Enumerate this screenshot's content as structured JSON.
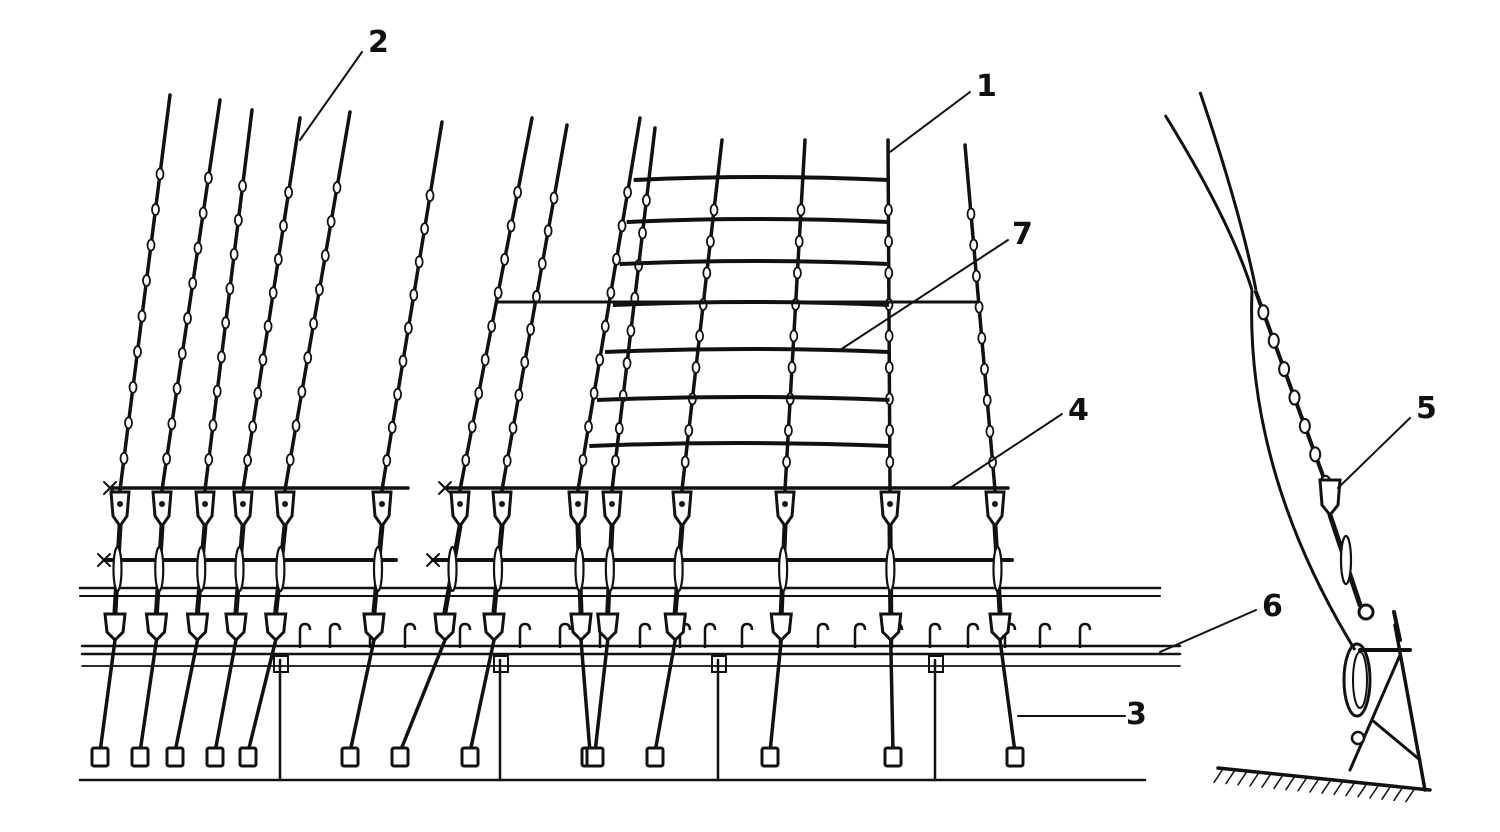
{
  "figure": {
    "callouts": [
      {
        "id": "c1",
        "text": "1"
      },
      {
        "id": "c2",
        "text": "2"
      },
      {
        "id": "c3",
        "text": "3"
      },
      {
        "id": "c4",
        "text": "4"
      },
      {
        "id": "c5",
        "text": "5"
      },
      {
        "id": "c6",
        "text": "6"
      },
      {
        "id": "c7",
        "text": "7"
      }
    ],
    "colors": {
      "ink": "#111111",
      "paper": "#ffffff"
    }
  }
}
